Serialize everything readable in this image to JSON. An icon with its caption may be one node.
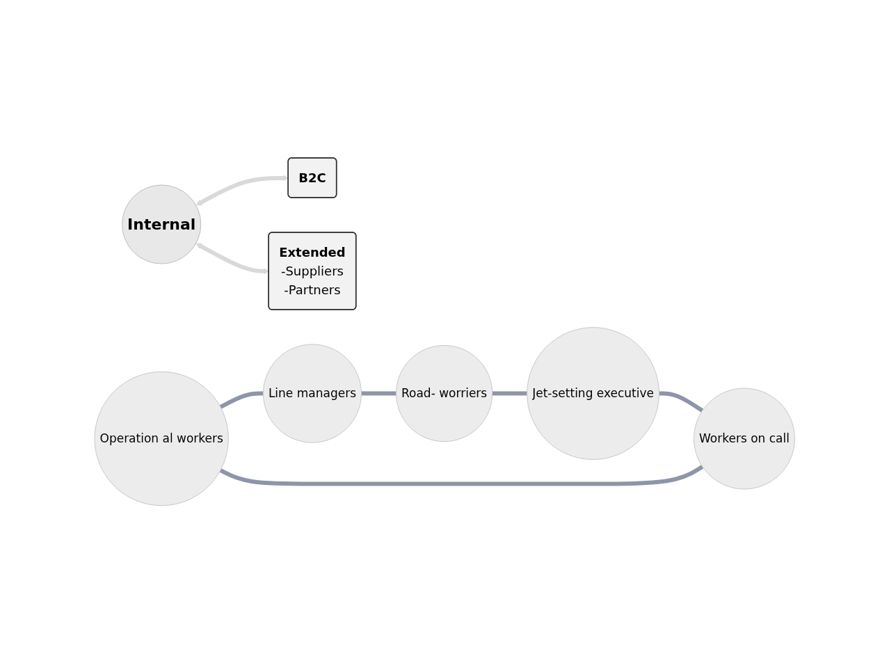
{
  "diagram": {
    "nodes": [
      {
        "text": [
          "Internal"
        ]
      },
      {
        "text": [
          "Operation al workers"
        ]
      },
      {
        "text": [
          "Line managers"
        ]
      },
      {
        "text": [
          "Road- worriers"
        ]
      },
      {
        "text": [
          "Jet-setting executive"
        ]
      },
      {
        "text": [
          "Workers on call"
        ]
      },
      {
        "text": [
          "B2C"
        ]
      },
      {
        "text": [
          "Extended",
          "-Suppliers",
          "-Partners"
        ]
      }
    ],
    "edges": [
      {
        "from": 0,
        "to": 6,
        "arrow": "both",
        "color": "#d9d9d9"
      },
      {
        "from": 0,
        "to": 7,
        "arrow": "both",
        "color": "#d9d9d9"
      },
      {
        "from": 1,
        "to": 2,
        "arrow": "none"
      },
      {
        "from": 2,
        "to": 3,
        "arrow": "none"
      },
      {
        "from": 3,
        "to": 4,
        "arrow": "none"
      },
      {
        "from": 4,
        "to": 5,
        "arrow": "none"
      },
      {
        "from": 5,
        "to": 1,
        "arrow": "none"
      }
    ]
  }
}
